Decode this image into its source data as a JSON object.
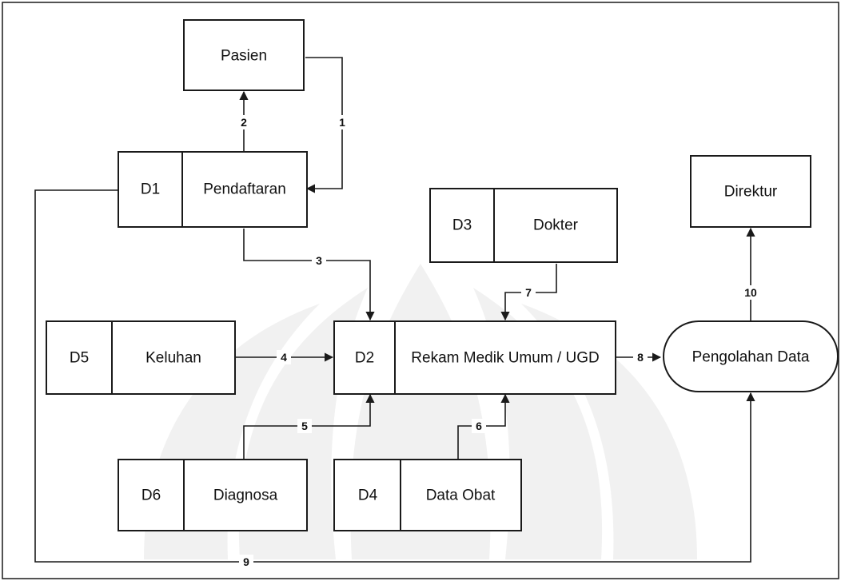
{
  "entities": {
    "pasien": "Pasien",
    "direktur": "Direktur"
  },
  "stores": {
    "d1": {
      "id": "D1",
      "label": "Pendaftaran"
    },
    "d2": {
      "id": "D2",
      "label": "Rekam Medik Umum / UGD"
    },
    "d3": {
      "id": "D3",
      "label": "Dokter"
    },
    "d4": {
      "id": "D4",
      "label": "Data Obat"
    },
    "d5": {
      "id": "D5",
      "label": "Keluhan"
    },
    "d6": {
      "id": "D6",
      "label": "Diagnosa"
    }
  },
  "process": {
    "label": "Pengolahan Data"
  },
  "flows": {
    "f1": "1",
    "f2": "2",
    "f3": "3",
    "f4": "4",
    "f5": "5",
    "f6": "6",
    "f7": "7",
    "f8": "8",
    "f9": "9",
    "f10": "10"
  }
}
